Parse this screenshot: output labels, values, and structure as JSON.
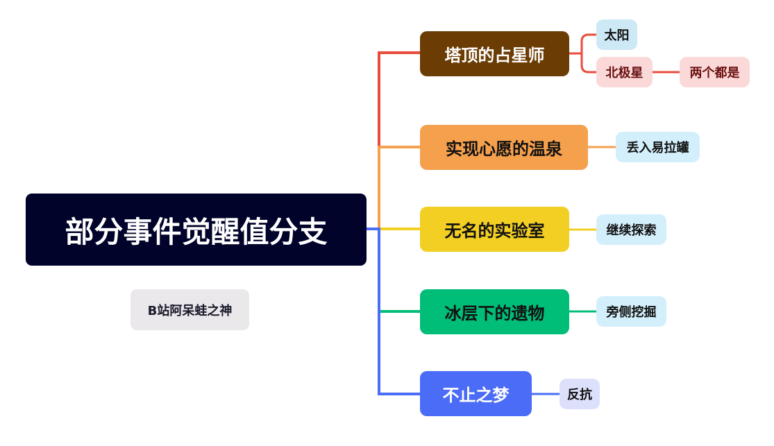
{
  "root": {
    "label": "部分事件觉醒值分支",
    "color": "#01032a"
  },
  "caption": {
    "label": "B站阿呆蛙之神"
  },
  "branches": [
    {
      "label": "塔顶的占星师",
      "color": "#6b3d05",
      "line": "#e94b3c",
      "children": [
        {
          "label": "太阳"
        },
        {
          "label": "北极星",
          "children": [
            {
              "label": "两个都是"
            }
          ]
        }
      ]
    },
    {
      "label": "实现心愿的温泉",
      "color": "#f5a04c",
      "line": "#f5a04c",
      "children": [
        {
          "label": "丢入易拉罐"
        }
      ]
    },
    {
      "label": "无名的实验室",
      "color": "#f2cf22",
      "line": "#f2cf22",
      "children": [
        {
          "label": "继续探索"
        }
      ]
    },
    {
      "label": "冰层下的遗物",
      "color": "#00bd78",
      "line": "#00bd78",
      "children": [
        {
          "label": "旁侧挖掘"
        }
      ]
    },
    {
      "label": "不止之梦",
      "color": "#4a6cf6",
      "line": "#4a6cf6",
      "children": [
        {
          "label": "反抗"
        }
      ]
    }
  ]
}
